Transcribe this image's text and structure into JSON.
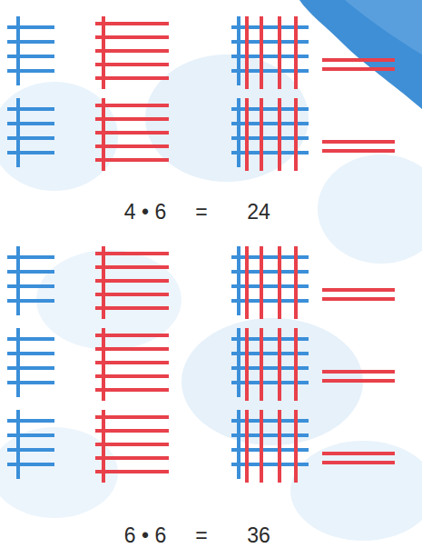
{
  "diagram": {
    "labels": [
      "4 • 6",
      "=",
      "24",
      "6 • 6",
      "=",
      "36"
    ]
  }
}
